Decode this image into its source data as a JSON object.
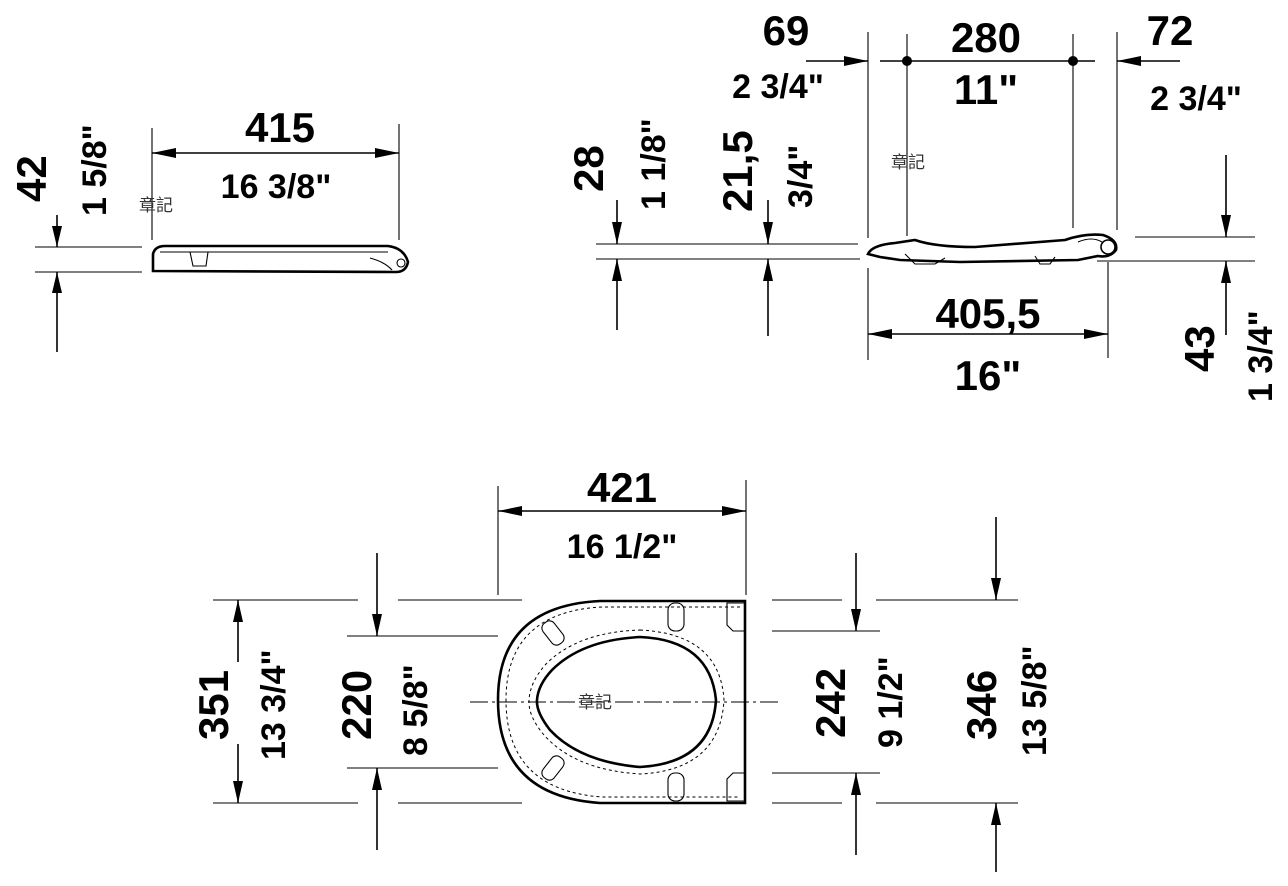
{
  "views": {
    "side_closed": {
      "height_mm": "42",
      "height_in": "1 5/8\"",
      "length_mm": "415",
      "length_in": "16 3/8\"",
      "mark": "章記"
    },
    "side_open": {
      "front_offset_mm": "69",
      "front_offset_in": "2 3/4\"",
      "hinge_spacing_mm": "280",
      "hinge_spacing_in": "11\"",
      "rear_offset_mm": "72",
      "rear_offset_in": "2 3/4\"",
      "total_height_mm": "28",
      "total_height_in": "1 1/8\"",
      "front_height_mm": "21,5",
      "front_height_in": "3/4\"",
      "depth_mm": "405,5",
      "depth_in": "16\"",
      "hinge_height_mm": "43",
      "hinge_height_in": "1 3/4\"",
      "mark": "章記"
    },
    "top": {
      "width_mm": "421",
      "width_in": "16 1/2\"",
      "overall_length_mm": "351",
      "overall_length_in": "13 3/4\"",
      "opening_length_mm": "220",
      "opening_length_in": "8 5/8\"",
      "opening_width_mm": "242",
      "opening_width_in": "9 1/2\"",
      "seat_length_mm": "346",
      "seat_length_in": "13 5/8\"",
      "mark": "章記"
    }
  }
}
